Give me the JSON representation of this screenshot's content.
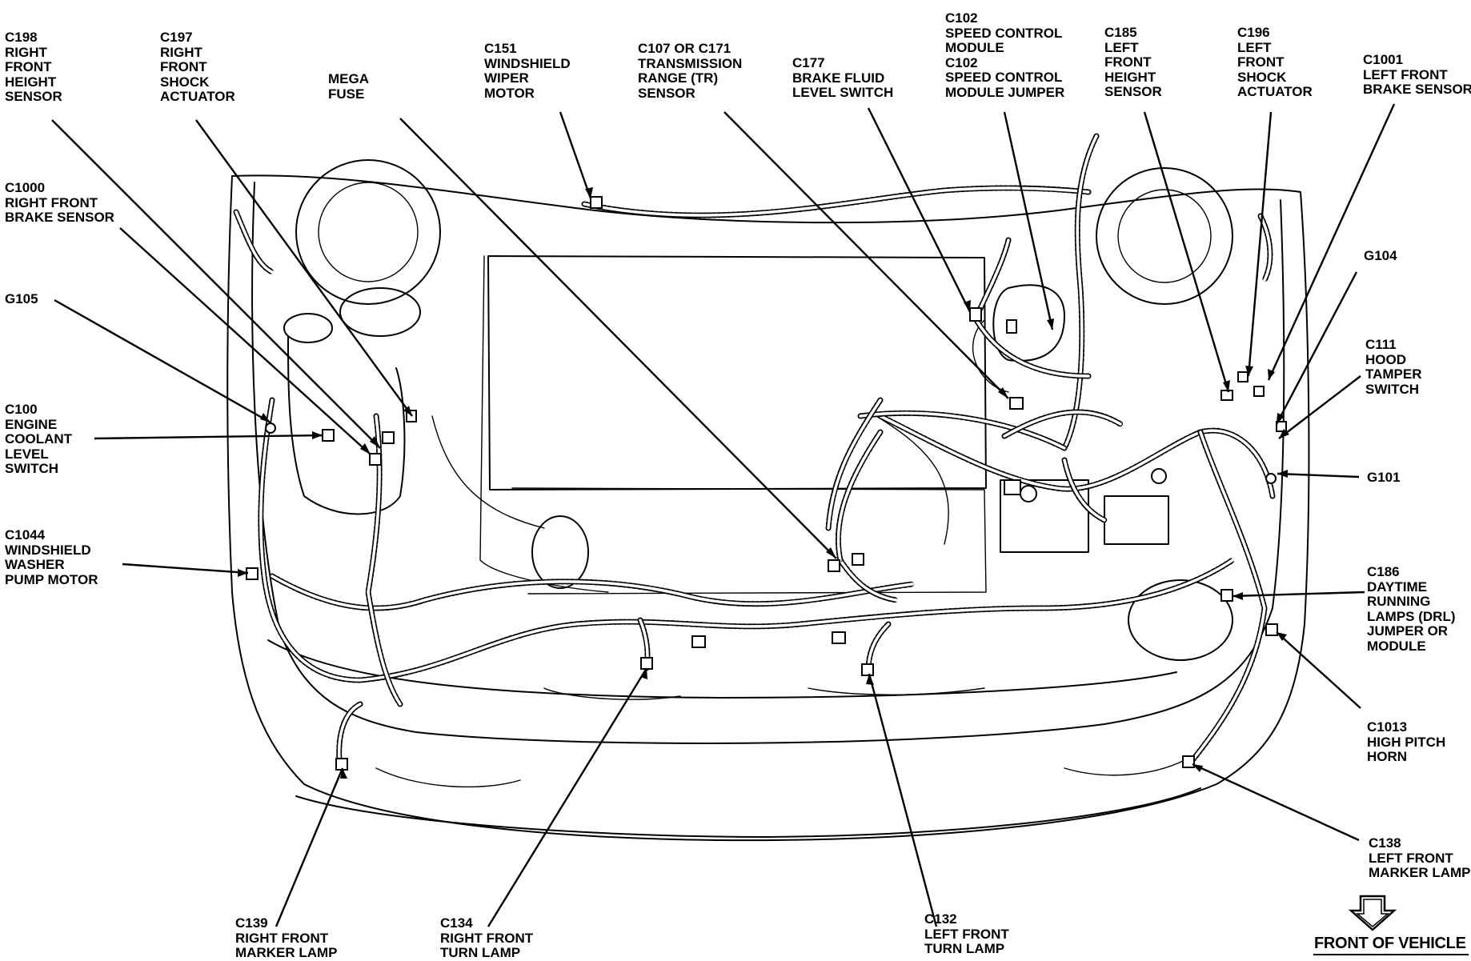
{
  "diagram": {
    "labels": [
      {
        "id": "c198",
        "lines": [
          "C198",
          "RIGHT",
          "FRONT",
          "HEIGHT",
          "SENSOR"
        ]
      },
      {
        "id": "c197",
        "lines": [
          "C197",
          "RIGHT",
          "FRONT",
          "SHOCK",
          "ACTUATOR"
        ]
      },
      {
        "id": "mega-fuse",
        "lines": [
          "MEGA",
          "FUSE"
        ]
      },
      {
        "id": "c151",
        "lines": [
          "C151",
          "WINDSHIELD",
          "WIPER",
          "MOTOR"
        ]
      },
      {
        "id": "c107",
        "lines": [
          "C107 OR C171",
          "TRANSMISSION",
          "RANGE (TR)",
          "SENSOR"
        ]
      },
      {
        "id": "c177",
        "lines": [
          "C177",
          "BRAKE FLUID",
          "LEVEL SWITCH"
        ]
      },
      {
        "id": "c102",
        "lines": [
          "C102",
          "SPEED CONTROL",
          "MODULE",
          "C102",
          "SPEED CONTROL",
          "MODULE JUMPER"
        ]
      },
      {
        "id": "c185",
        "lines": [
          "C185",
          "LEFT",
          "FRONT",
          "HEIGHT",
          "SENSOR"
        ]
      },
      {
        "id": "c196",
        "lines": [
          "C196",
          "LEFT",
          "FRONT",
          "SHOCK",
          "ACTUATOR"
        ]
      },
      {
        "id": "c1001",
        "lines": [
          "C1001",
          "LEFT FRONT",
          "BRAKE SENSOR"
        ]
      },
      {
        "id": "c1000",
        "lines": [
          "C1000",
          "RIGHT FRONT",
          "BRAKE SENSOR"
        ]
      },
      {
        "id": "g105",
        "lines": [
          "G105"
        ]
      },
      {
        "id": "c100",
        "lines": [
          "C100",
          "ENGINE",
          "COOLANT",
          "LEVEL",
          "SWITCH"
        ]
      },
      {
        "id": "c1044",
        "lines": [
          "C1044",
          "WINDSHIELD",
          "WASHER",
          "PUMP MOTOR"
        ]
      },
      {
        "id": "g104",
        "lines": [
          "G104"
        ]
      },
      {
        "id": "c111",
        "lines": [
          "C111",
          "HOOD",
          "TAMPER",
          "SWITCH"
        ]
      },
      {
        "id": "g101",
        "lines": [
          "G101"
        ]
      },
      {
        "id": "c186",
        "lines": [
          "C186",
          "DAYTIME",
          "RUNNING",
          "LAMPS (DRL)",
          "JUMPER   OR",
          "MODULE"
        ]
      },
      {
        "id": "c1013",
        "lines": [
          "C1013",
          "HIGH PITCH",
          "HORN"
        ]
      },
      {
        "id": "c138",
        "lines": [
          "C138",
          "LEFT FRONT",
          "MARKER LAMP"
        ]
      },
      {
        "id": "c139",
        "lines": [
          "C139",
          "RIGHT FRONT",
          "MARKER LAMP"
        ]
      },
      {
        "id": "c134",
        "lines": [
          "C134",
          "RIGHT FRONT",
          "TURN LAMP"
        ]
      },
      {
        "id": "c132",
        "lines": [
          "C132",
          "LEFT FRONT",
          "TURN LAMP"
        ]
      }
    ],
    "orientation_label": "FRONT OF VEHICLE",
    "line_color": "#000000",
    "background_color": "#ffffff"
  }
}
